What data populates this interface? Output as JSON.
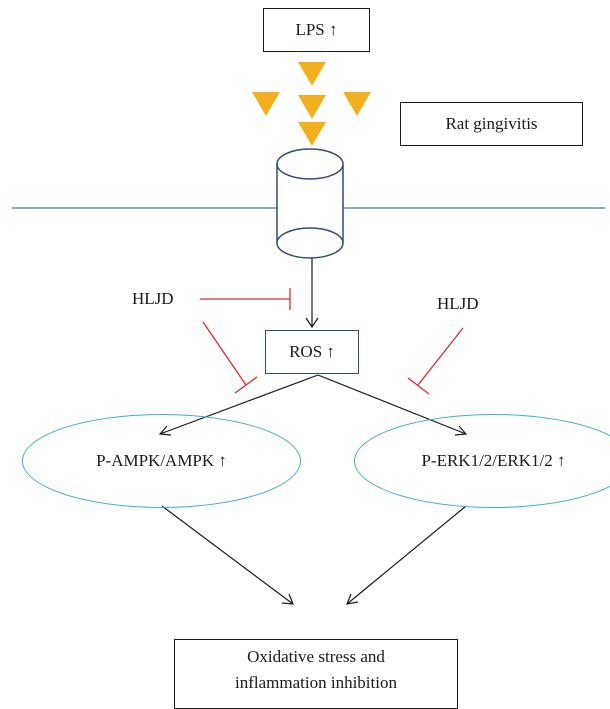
{
  "nodes": {
    "lps": "LPS ↑",
    "rat_gingivitis": "Rat gingivitis",
    "ros": "ROS ↑",
    "ampk": "P-AMPK/AMPK ↑",
    "erk": "P-ERK1/2/ERK1/2 ↑",
    "outcome_line1": "Oxidative stress and",
    "outcome_line2": "inflammation inhibition"
  },
  "inhibitors": {
    "left": "HLJD",
    "right": "HLJD"
  },
  "colors": {
    "ligand": "#F2B01E",
    "membrane": "#3A7CA5",
    "receptor": "#2D4F7C",
    "ellipse_border": "#3AAED8",
    "inhibition": "#E02B2B",
    "arrow": "#1A1A1A"
  }
}
